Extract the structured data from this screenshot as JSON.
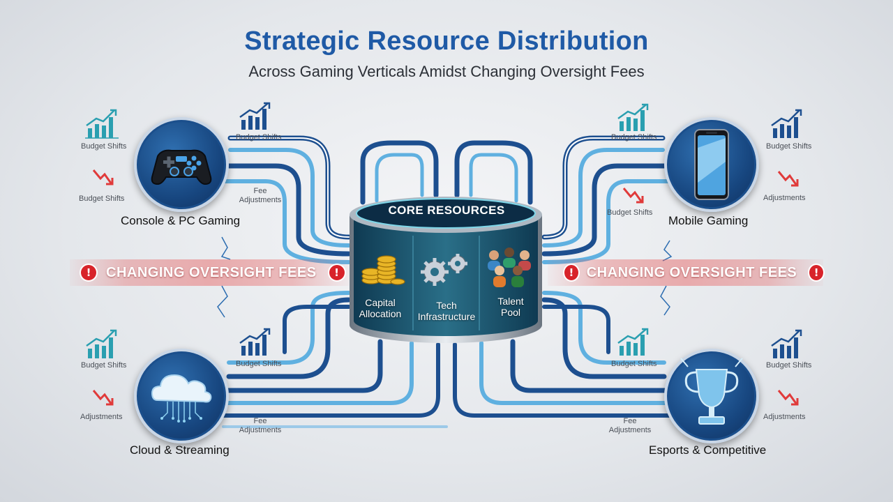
{
  "header": {
    "title": "Strategic Resource Distribution",
    "subtitle": "Across Gaming Verticals Amidst Changing Oversight Fees"
  },
  "core": {
    "title": "CORE RESOURCES",
    "resources": [
      {
        "line1": "Capital",
        "line2": "Allocation",
        "icon": "coins-icon"
      },
      {
        "line1": "Tech",
        "line2": "Infrastructure",
        "icon": "gears-icon"
      },
      {
        "line1": "Talent",
        "line2": "Pool",
        "icon": "people-icon"
      }
    ]
  },
  "banners": {
    "left": "CHANGING OVERSIGHT FEES",
    "right": "CHANGING OVERSIGHT FEES",
    "warn_glyph": "!"
  },
  "verticals": {
    "console": {
      "label": "Console & PC Gaming",
      "icon": "gamepad-icon",
      "side_up": "Budget Shifts",
      "side_down": "Budget Shifts",
      "line_up": "Budget Shifts",
      "line_fee1": "Fee",
      "line_fee2": "Adjustments"
    },
    "mobile": {
      "label": "Mobile Gaming",
      "icon": "smartphone-icon",
      "side_up": "Budget Shifts",
      "side_down": "Adjustments",
      "line_up": "Budget Shifts",
      "line_down": "Budget Shifts"
    },
    "cloud": {
      "label": "Cloud & Streaming",
      "icon": "cloud-icon",
      "side_up": "Budget Shifts",
      "side_down": "Adjustments",
      "line_up": "Budget Shifts",
      "line_fee1": "Fee",
      "line_fee2": "Adjustments"
    },
    "esports": {
      "label": "Esports & Competitive",
      "icon": "trophy-icon",
      "side_up": "Budget Shifts",
      "side_down": "Adjustments",
      "line_up": "Budget Shifts",
      "line_fee1": "Fee",
      "line_fee2": "Adjustments"
    }
  },
  "colors": {
    "title": "#1f5aa6",
    "pipe_dark": "#1d4f8f",
    "pipe_light": "#5fb0e0",
    "alert": "#d8232a",
    "trend_up": "#2a9fb0",
    "trend_down": "#e03a3a"
  }
}
